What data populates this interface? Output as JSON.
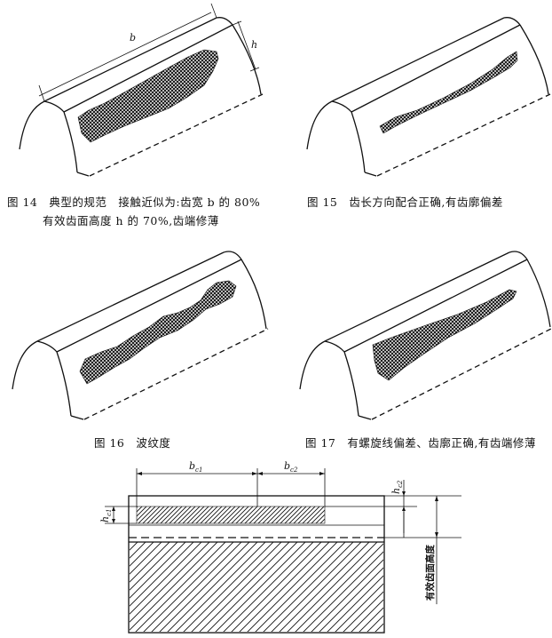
{
  "figures": [
    {
      "id": "fig14",
      "caption_line1": "图 14　典型的规范　接触近似为:齿宽 b 的 80%",
      "caption_line2": "有效齿面高度 h 的 70%,齿端修薄"
    },
    {
      "id": "fig15",
      "caption_line1": "图 15　齿长方向配合正确,有齿廓偏差"
    },
    {
      "id": "fig16",
      "caption_line1": "图 16　波纹度"
    },
    {
      "id": "fig17",
      "caption_line1": "图 17　有螺旋线偏差、齿廓正确,有齿端修薄"
    }
  ],
  "labels": {
    "b": "b",
    "h": "h",
    "bc1": "b",
    "bc1_sub": "c1",
    "bc2": "b",
    "bc2_sub": "c2",
    "hc1": "h",
    "hc1_sub": "c1",
    "hc2": "h",
    "hc2_sub": "c2",
    "effective_height": "有效齿面高度"
  },
  "colors": {
    "ink": "#111111",
    "patch": "#222222",
    "paper": "#ffffff"
  }
}
